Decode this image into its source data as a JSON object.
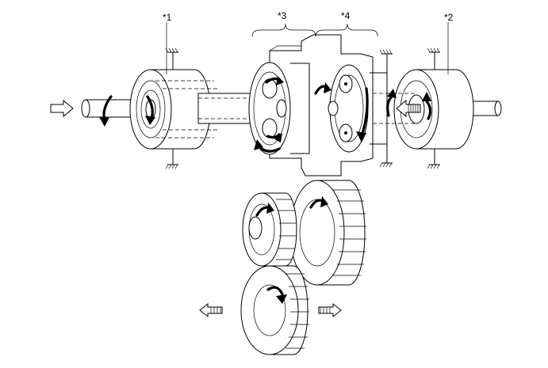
{
  "labels": {
    "brake_1": "*1",
    "brake_2": "*2",
    "planetary_3": "*3",
    "planetary_4": "*4"
  },
  "icons": {
    "input": "hollow-arrow-right-icon",
    "output_left": "hatched-arrow-left-icon",
    "output_right": "hatched-arrow-right-icon",
    "reaction": "hatched-arrow-left-icon"
  }
}
